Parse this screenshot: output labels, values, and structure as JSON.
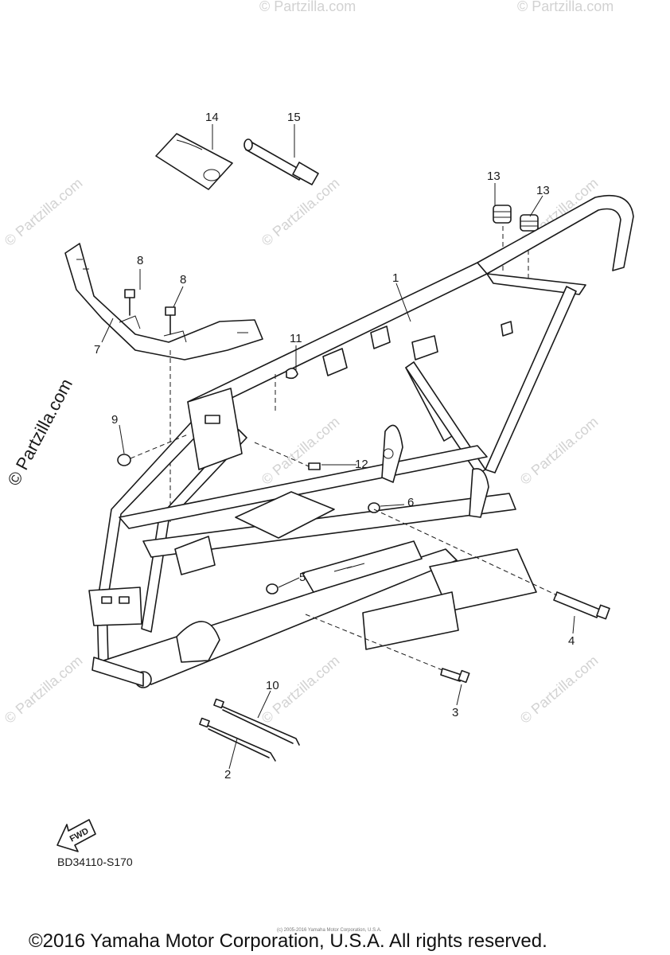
{
  "watermark": "© Partzilla.com",
  "brand_watermark": "© Partzilla.com",
  "callouts": [
    {
      "id": "c1",
      "text": "1"
    },
    {
      "id": "c2",
      "text": "2"
    },
    {
      "id": "c3",
      "text": "3"
    },
    {
      "id": "c4",
      "text": "4"
    },
    {
      "id": "c5",
      "text": "5"
    },
    {
      "id": "c6",
      "text": "6"
    },
    {
      "id": "c7",
      "text": "7"
    },
    {
      "id": "c8a",
      "text": "8"
    },
    {
      "id": "c8b",
      "text": "8"
    },
    {
      "id": "c9",
      "text": "9"
    },
    {
      "id": "c10",
      "text": "10"
    },
    {
      "id": "c11",
      "text": "11"
    },
    {
      "id": "c12",
      "text": "12"
    },
    {
      "id": "c13a",
      "text": "13"
    },
    {
      "id": "c13b",
      "text": "13"
    },
    {
      "id": "c14",
      "text": "14"
    },
    {
      "id": "c15",
      "text": "15"
    }
  ],
  "fwd_label": "FWD",
  "diagram_code": "BD34110-S170",
  "small_copyright": "(c) 2005-2016 Yamaha Motor Corporation, U.S.A.",
  "footer_copyright": "©2016 Yamaha Motor Corporation, U.S.A. All rights reserved."
}
